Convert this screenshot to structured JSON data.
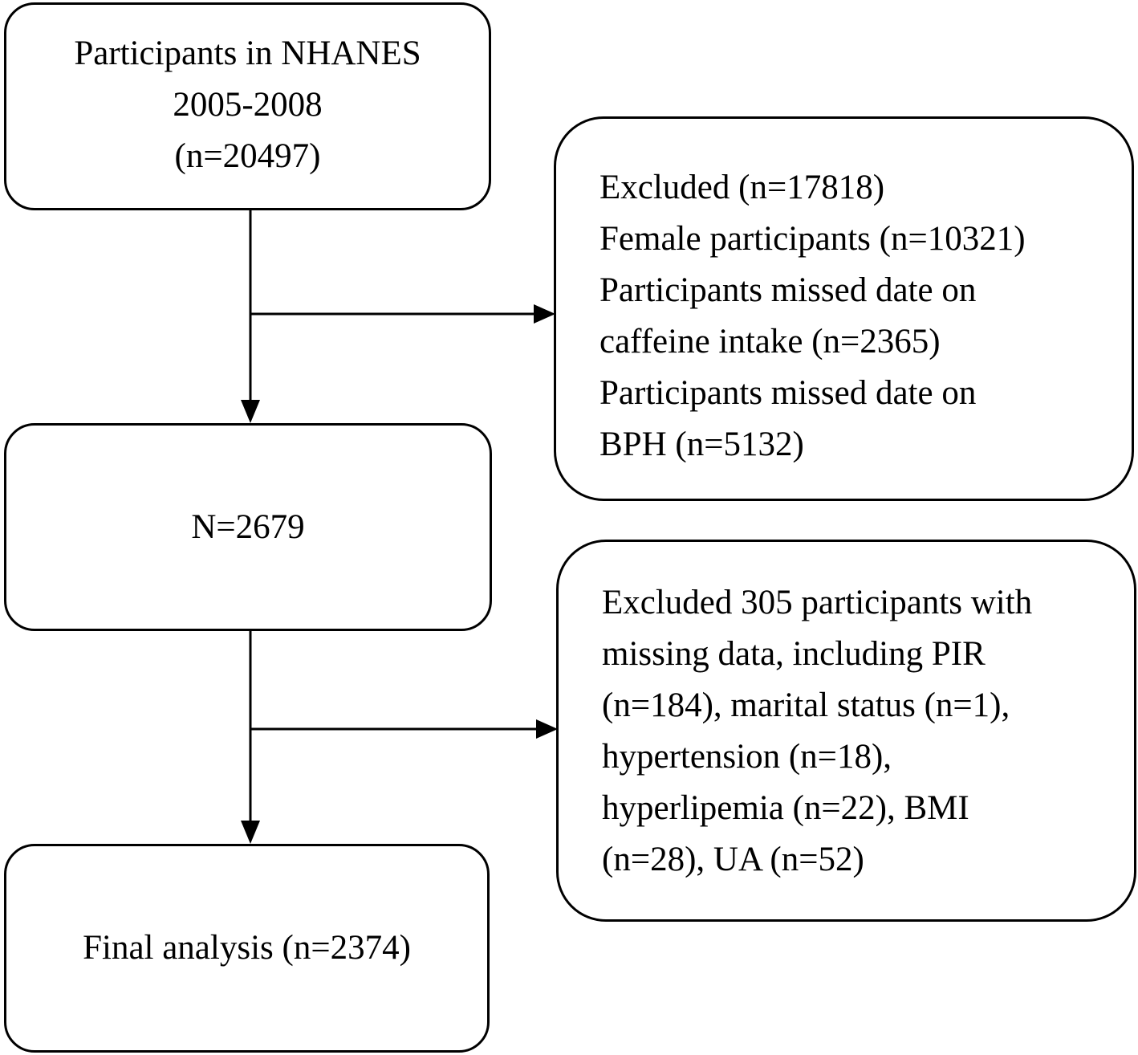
{
  "boxes": {
    "participants": [
      "Participants in NHANES",
      "2005-2008",
      "(n=20497)"
    ],
    "n_2679": [
      "N=2679"
    ],
    "final": [
      "Final analysis (n=2374)"
    ],
    "excluded_1": [
      "Excluded (n=17818)",
      "Female participants (n=10321)",
      "Participants missed date on",
      "caffeine intake (n=2365)",
      "Participants missed date on",
      "BPH (n=5132)"
    ],
    "excluded_2": [
      "Excluded 305 participants with",
      "missing data, including PIR",
      "(n=184), marital status (n=1),",
      "hypertension (n=18),",
      "hyperlipemia (n=22), BMI",
      "(n=28), UA (n=52)"
    ]
  }
}
